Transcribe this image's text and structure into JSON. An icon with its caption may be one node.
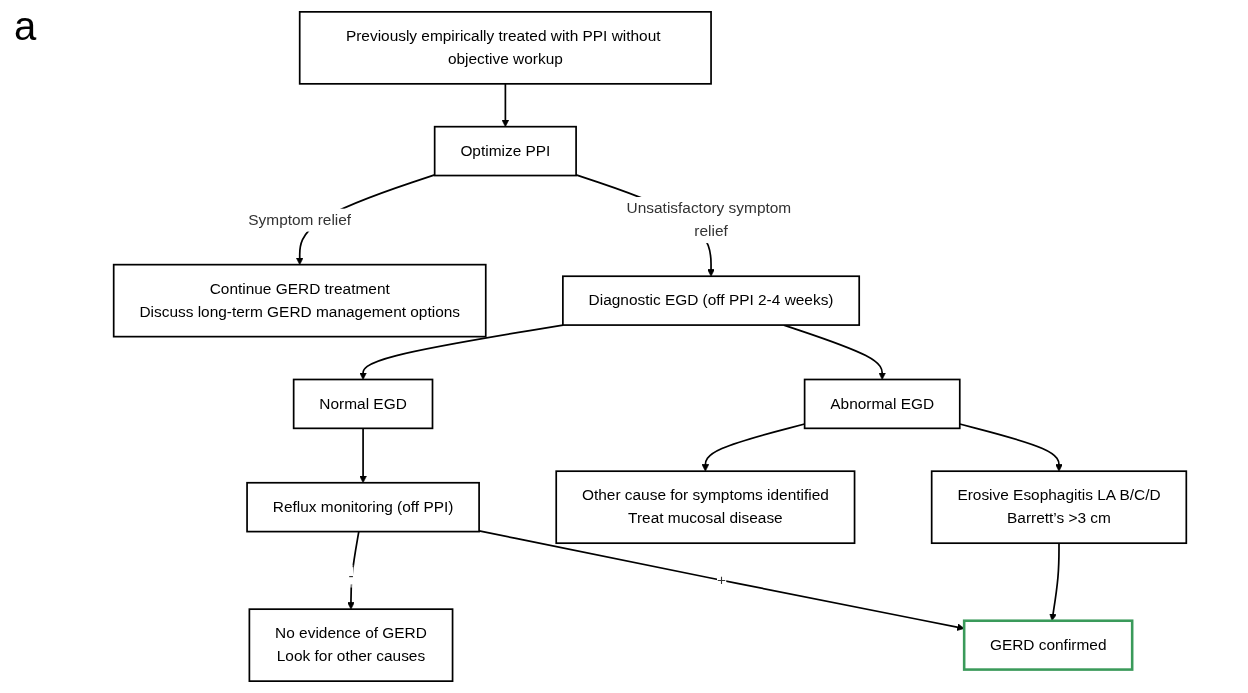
{
  "diagram": {
    "nodes": [
      {
        "text": [
          "Previously empirically treated with PPI without objective workup"
        ]
      },
      {
        "text": [
          "Optimize PPI"
        ]
      },
      {
        "text": [
          "Continue GERD treatment",
          "Discuss long-term GERD management options"
        ]
      },
      {
        "text": [
          "Diagnostic EGD (off PPI 2-4 weeks)"
        ]
      },
      {
        "text": [
          "Normal EGD"
        ]
      },
      {
        "text": [
          "Abnormal EGD"
        ]
      },
      {
        "text": [
          "Other cause for symptoms identified",
          "Treat mucosal disease"
        ]
      },
      {
        "text": [
          "Reflux monitoring (off PPI)"
        ]
      },
      {
        "text": [
          "Erosive Esophagitis LA B/C/D",
          "Barrett’s >3 cm"
        ]
      },
      {
        "text": [
          "No evidence of GERD",
          "Look for other causes"
        ]
      },
      {
        "text": [
          "GERD confirmed"
        ]
      }
    ],
    "edges": [
      {
        "from": 0,
        "to": 1,
        "arrow": "to"
      },
      {
        "from": 1,
        "to": 2,
        "arrow": "to",
        "label": "Symptom relief"
      },
      {
        "from": 1,
        "to": 3,
        "arrow": "to",
        "label": "Unsatisfactory symptom relief"
      },
      {
        "from": 3,
        "to": 4,
        "arrow": "to"
      },
      {
        "from": 3,
        "to": 5,
        "arrow": "to"
      },
      {
        "from": 5,
        "to": 6,
        "arrow": "to"
      },
      {
        "from": 4,
        "to": 7,
        "arrow": "to"
      },
      {
        "from": 5,
        "to": 8,
        "arrow": "to"
      },
      {
        "from": 7,
        "to": 9,
        "arrow": "to",
        "label": "-"
      },
      {
        "from": 7,
        "to": 10,
        "arrow": "to",
        "label": "+"
      },
      {
        "from": 8,
        "to": 10,
        "arrow": "to"
      }
    ],
    "labels": [
      "a"
    ]
  }
}
